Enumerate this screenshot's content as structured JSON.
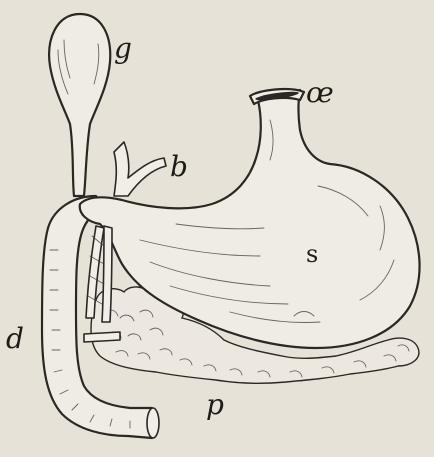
{
  "labels": {
    "gallbladder": "g",
    "esophagus": "œ",
    "bile_duct": "b",
    "stomach": "s",
    "duodenum": "d",
    "pancreas": "p"
  }
}
